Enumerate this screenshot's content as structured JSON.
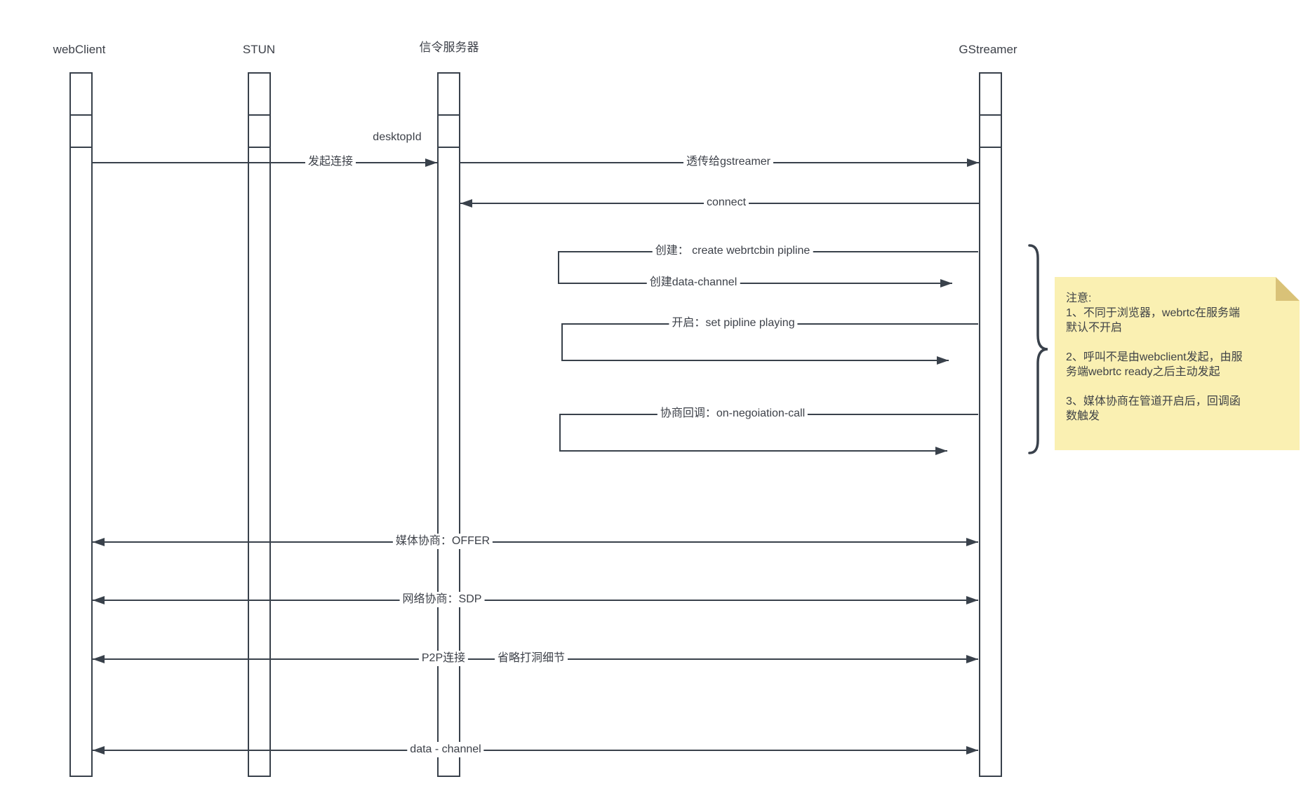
{
  "colors": {
    "line": "#39414b",
    "text": "#3d4149",
    "note_background": "#faf0b2",
    "note_fold": "#d9c278"
  },
  "actors": [
    {
      "label": "webClient"
    },
    {
      "label": "STUN"
    },
    {
      "label": "信令服务器"
    },
    {
      "label": "GStreamer"
    }
  ],
  "annotations": {
    "desktop_id": "desktopId"
  },
  "messages": {
    "initiate": "发起连接",
    "relay": "透传给gstreamer",
    "connect": "connect",
    "create_pipeline": "创建： create webrtcbin pipline",
    "create_datachannel": "创建data-channel",
    "set_playing": "开启：set pipline playing",
    "negotiation_callback": "协商回调：on-negoiation-call",
    "media_offer": "媒体协商：OFFER",
    "network_sdp": "网络协商：SDP",
    "p2p": "P2P连接",
    "p2p_detail": "省略打洞细节",
    "datachannel": "data - channel"
  },
  "note": {
    "text": "注意:\n1、不同于浏览器，webrtc在服务端\n默认不开启\n\n2、呼叫不是由webclient发起，由服\n务端webrtc ready之后主动发起\n\n3、媒体协商在管道开启后，回调函\n数触发"
  }
}
